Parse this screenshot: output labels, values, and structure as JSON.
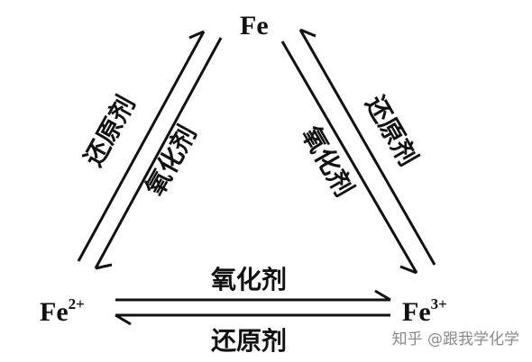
{
  "nodes": {
    "fe": {
      "base": "Fe",
      "charge": ""
    },
    "fe2": {
      "base": "Fe",
      "charge": "2+"
    },
    "fe3": {
      "base": "Fe",
      "charge": "3+"
    }
  },
  "labels": {
    "left_outer": "还原剂",
    "left_inner": "氧化剂",
    "right_outer": "还原剂",
    "right_inner": "氧化剂",
    "bottom_top": "氧化剂",
    "bottom_bottom": "还原剂"
  },
  "watermark": "知乎 @跟我学化学",
  "colors": {
    "ink": "#111111",
    "watermark": "#8a8a8a",
    "background": "#ffffff"
  }
}
